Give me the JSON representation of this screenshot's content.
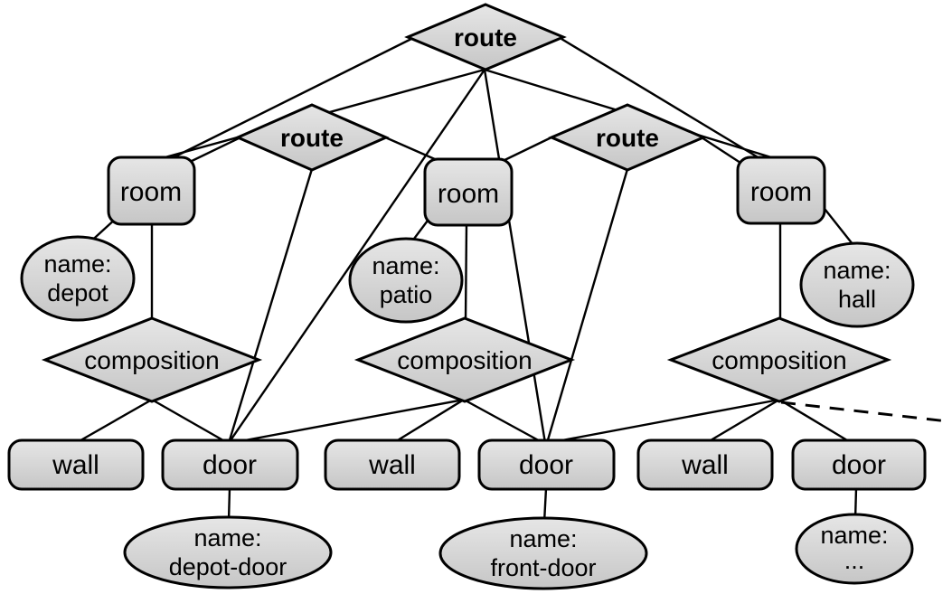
{
  "diagram": {
    "title_hint": "entity-relation graph of rooms, routes, walls and doors",
    "colors": {
      "shape_fill_top": "#e6e6e6",
      "shape_fill_bottom": "#c6c6c6",
      "stroke": "#000000",
      "background": "#ffffff"
    },
    "nodes": {
      "route_top": {
        "label": "route",
        "shape": "diamond",
        "bold": true
      },
      "route_left": {
        "label": "route",
        "shape": "diamond",
        "bold": true
      },
      "route_right": {
        "label": "route",
        "shape": "diamond",
        "bold": true
      },
      "room_left": {
        "label": "room",
        "shape": "rounded-rect"
      },
      "room_middle": {
        "label": "room",
        "shape": "rounded-rect"
      },
      "room_right": {
        "label": "room",
        "shape": "rounded-rect"
      },
      "composition_left": {
        "label": "composition",
        "shape": "diamond"
      },
      "composition_middle": {
        "label": "composition",
        "shape": "diamond"
      },
      "composition_right": {
        "label": "composition",
        "shape": "diamond"
      },
      "wall_1": {
        "label": "wall",
        "shape": "rounded-rect"
      },
      "door_1": {
        "label": "door",
        "shape": "rounded-rect"
      },
      "wall_2": {
        "label": "wall",
        "shape": "rounded-rect"
      },
      "door_2": {
        "label": "door",
        "shape": "rounded-rect"
      },
      "wall_3": {
        "label": "wall",
        "shape": "rounded-rect"
      },
      "door_3": {
        "label": "door",
        "shape": "rounded-rect"
      },
      "name_depot": {
        "line1": "name:",
        "line2": "depot",
        "shape": "ellipse"
      },
      "name_patio": {
        "line1": "name:",
        "line2": "patio",
        "shape": "ellipse"
      },
      "name_hall": {
        "line1": "name:",
        "line2": "hall",
        "shape": "ellipse"
      },
      "name_depot_door": {
        "line1": "name:",
        "line2": "depot-door",
        "shape": "ellipse"
      },
      "name_front_door": {
        "line1": "name:",
        "line2": "front-door",
        "shape": "ellipse"
      },
      "name_ellipsis": {
        "line1": "name:",
        "line2": "...",
        "shape": "ellipse"
      }
    },
    "edges": [
      {
        "from": "route_top",
        "to": "room_left",
        "style": "solid"
      },
      {
        "from": "route_top",
        "to": "room_left",
        "style": "solid"
      },
      {
        "from": "route_top",
        "to": "room_right",
        "style": "solid"
      },
      {
        "from": "route_top",
        "to": "room_right",
        "style": "solid"
      },
      {
        "from": "route_top",
        "to": "door_1",
        "style": "solid"
      },
      {
        "from": "route_top",
        "to": "door_2",
        "style": "solid"
      },
      {
        "from": "route_left",
        "to": "room_left",
        "style": "solid"
      },
      {
        "from": "route_left",
        "to": "room_middle",
        "style": "solid"
      },
      {
        "from": "route_left",
        "to": "door_1",
        "style": "solid"
      },
      {
        "from": "route_right",
        "to": "room_middle",
        "style": "solid"
      },
      {
        "from": "route_right",
        "to": "room_right",
        "style": "solid"
      },
      {
        "from": "route_right",
        "to": "door_2",
        "style": "solid"
      },
      {
        "from": "room_left",
        "to": "name_depot",
        "style": "solid"
      },
      {
        "from": "room_left",
        "to": "composition_left",
        "style": "solid"
      },
      {
        "from": "room_middle",
        "to": "name_patio",
        "style": "solid"
      },
      {
        "from": "room_middle",
        "to": "composition_middle",
        "style": "solid"
      },
      {
        "from": "room_right",
        "to": "name_hall",
        "style": "solid"
      },
      {
        "from": "room_right",
        "to": "composition_right",
        "style": "solid"
      },
      {
        "from": "composition_left",
        "to": "wall_1",
        "style": "solid"
      },
      {
        "from": "composition_left",
        "to": "door_1",
        "style": "solid"
      },
      {
        "from": "composition_middle",
        "to": "door_1",
        "style": "solid"
      },
      {
        "from": "composition_middle",
        "to": "wall_2",
        "style": "solid"
      },
      {
        "from": "composition_middle",
        "to": "door_2",
        "style": "solid"
      },
      {
        "from": "composition_right",
        "to": "door_2",
        "style": "solid"
      },
      {
        "from": "composition_right",
        "to": "wall_3",
        "style": "solid"
      },
      {
        "from": "composition_right",
        "to": "door_3",
        "style": "solid"
      },
      {
        "from": "composition_right",
        "to": "more-elements",
        "style": "dashed"
      },
      {
        "from": "door_1",
        "to": "name_depot_door",
        "style": "solid"
      },
      {
        "from": "door_2",
        "to": "name_front_door",
        "style": "solid"
      },
      {
        "from": "door_3",
        "to": "name_ellipsis",
        "style": "solid"
      }
    ]
  }
}
